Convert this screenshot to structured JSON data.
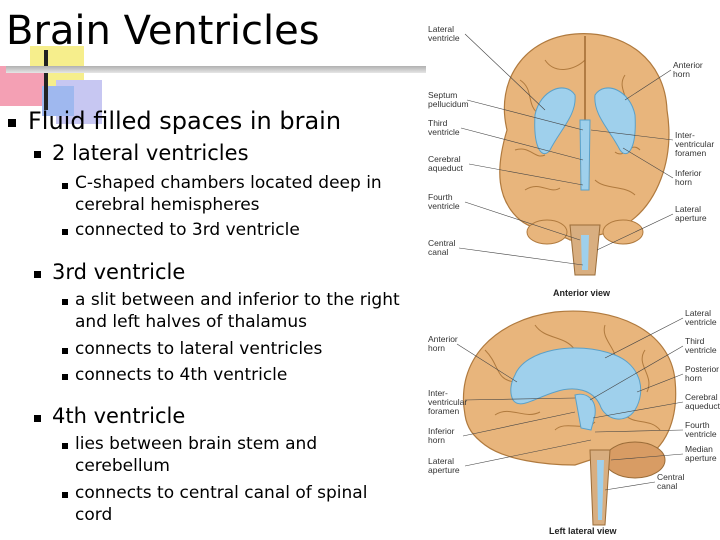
{
  "slide": {
    "title": "Brain Ventricles",
    "accent_colors": [
      "#f4a0b4",
      "#f6ee8c",
      "#9fb8ef",
      "#c7c7f2"
    ]
  },
  "outline": {
    "main": "Fluid filled spaces in brain",
    "sections": [
      {
        "heading": "2 lateral ventricles",
        "items": [
          [
            "C-shaped chambers located deep in",
            "cerebral hemispheres"
          ],
          [
            "connected to 3rd ventricle"
          ]
        ]
      },
      {
        "heading": "3rd ventricle",
        "items": [
          [
            "a slit between and inferior to the right",
            "and left halves of thalamus"
          ],
          [
            "connects to lateral ventricles"
          ],
          [
            "connects to 4th ventricle"
          ]
        ]
      },
      {
        "heading": "4th ventricle",
        "items": [
          [
            "lies between brain stem and",
            "cerebellum"
          ],
          [
            "connects to central canal of spinal",
            "cord"
          ]
        ]
      }
    ]
  },
  "figure": {
    "anterior_view_title": "Anterior view",
    "lateral_view_title": "Left lateral view",
    "anterior_labels_left": [
      [
        "Lateral",
        "ventricle"
      ],
      [
        "Septum",
        "pellucidum"
      ],
      [
        "Third",
        "ventricle"
      ],
      [
        "Cerebral",
        "aqueduct"
      ],
      [
        "Fourth",
        "ventricle"
      ],
      [
        "Central",
        "canal"
      ]
    ],
    "anterior_labels_right": [
      [
        "Anterior",
        "horn"
      ],
      [
        "Inter-",
        "ventricular",
        "foramen"
      ],
      [
        "Inferior",
        "horn"
      ],
      [
        "Lateral",
        "aperture"
      ]
    ],
    "lateral_labels_left": [
      [
        "Anterior",
        "horn"
      ],
      [
        "Inter-",
        "ventricular",
        "foramen"
      ],
      [
        "Inferior",
        "horn"
      ],
      [
        "Lateral",
        "aperture"
      ]
    ],
    "lateral_labels_right": [
      [
        "Lateral",
        "ventricle"
      ],
      [
        "Third",
        "ventricle"
      ],
      [
        "Posterior",
        "horn"
      ],
      [
        "Cerebral",
        "aqueduct"
      ],
      [
        "Fourth",
        "ventricle"
      ],
      [
        "Median",
        "aperture"
      ],
      [
        "Central",
        "canal"
      ]
    ]
  }
}
